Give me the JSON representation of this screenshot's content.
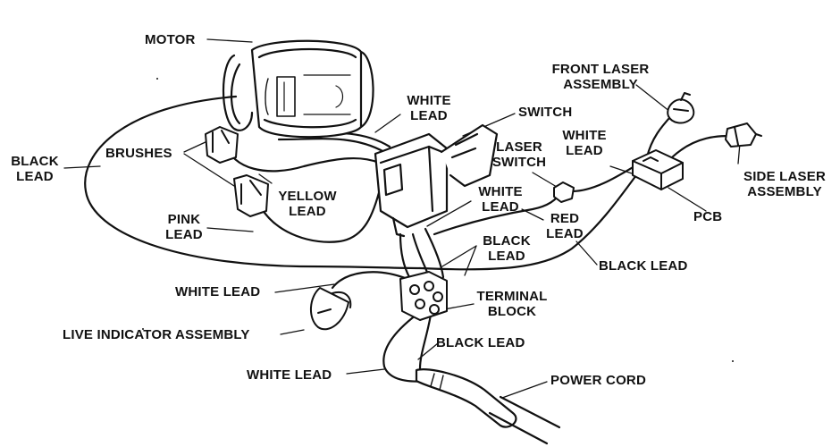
{
  "labels": {
    "motor": "MOTOR",
    "black_lead_left": [
      "BLACK",
      "LEAD"
    ],
    "brushes": "BRUSHES",
    "pink_lead": [
      "PINK",
      "LEAD"
    ],
    "yellow_lead": [
      "YELLOW",
      "LEAD"
    ],
    "white_lead_top": [
      "WHITE",
      "LEAD"
    ],
    "switch": "SWITCH",
    "front_laser_assembly": [
      "FRONT LASER",
      "ASSEMBLY"
    ],
    "laser_switch": [
      "LASER",
      "SWITCH"
    ],
    "white_lead_laser": [
      "WHITE",
      "LEAD"
    ],
    "side_laser_assembly": [
      "SIDE LASER",
      "ASSEMBLY"
    ],
    "white_lead_mid": [
      "WHITE",
      "LEAD"
    ],
    "red_lead": [
      "RED",
      "LEAD"
    ],
    "pcb": "PCB",
    "black_lead_mid": [
      "BLACK",
      "LEAD"
    ],
    "black_lead_right": "BLACK LEAD",
    "white_lead_left": "WHITE LEAD",
    "terminal_block": [
      "TERMINAL",
      "BLOCK"
    ],
    "live_indicator_assembly": "LIVE INDICATOR ASSEMBLY",
    "black_lead_bottom": "BLACK LEAD",
    "white_lead_bottom": "WHITE LEAD",
    "power_cord": "POWER CORD"
  },
  "colors": {
    "ink": "#111111",
    "background": "#ffffff"
  }
}
